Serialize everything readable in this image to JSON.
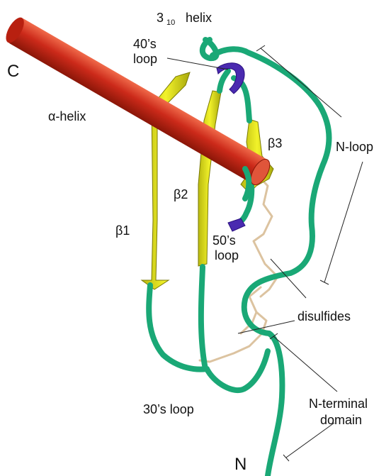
{
  "labels": {
    "helix310_main": "3",
    "helix310_sub": "10",
    "helix310_word": "helix",
    "loop40_l1": "40’s",
    "loop40_l2": "loop",
    "c_term": "C",
    "alpha_helix": "α-helix",
    "beta3": "β3",
    "n_loop": "N-loop",
    "beta2": "β2",
    "beta1": "β1",
    "loop50_l1": "50’s",
    "loop50_l2": "loop",
    "disulfides": "disulfides",
    "loop30": "30’s loop",
    "nterm_l1": "N-terminal",
    "nterm_l2": "domain",
    "n_term": "N"
  },
  "colors": {
    "alpha_helix": "#cc2a1a",
    "beta_strand": "#e6e619",
    "coil": "#1aa876",
    "helix_310": "#4a2ab0",
    "disulfide": "#dcc3a0",
    "leader": "#222222"
  }
}
